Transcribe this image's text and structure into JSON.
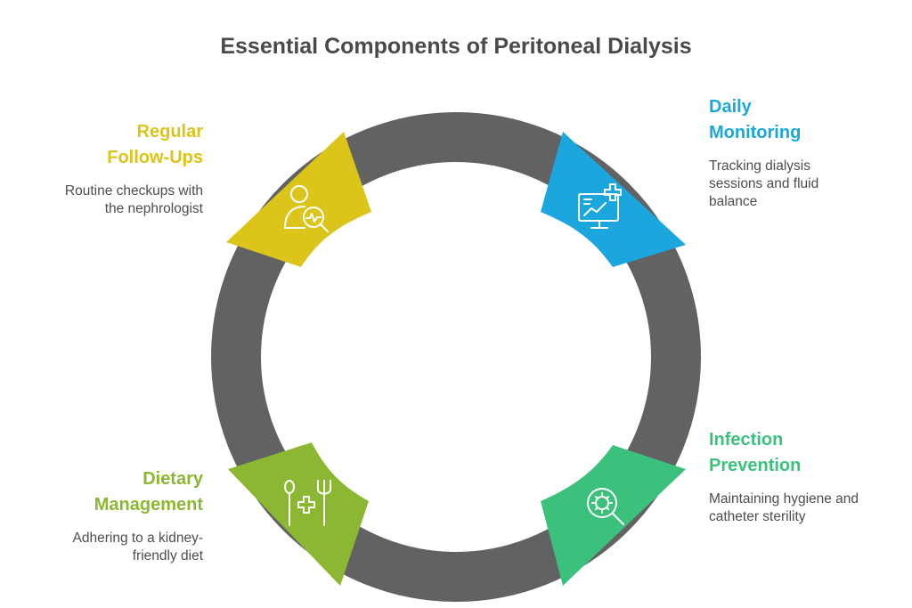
{
  "title": "Essential Components of Peritoneal Dialysis",
  "colors": {
    "ring": "#626262",
    "monitoring": "#1ba7dd",
    "followups": "#dcc51a",
    "dietary": "#8cb733",
    "infection": "#3cc17d"
  },
  "items": {
    "monitoring": {
      "heading": "Daily\nMonitoring",
      "description": "Tracking dialysis sessions and fluid balance",
      "icon": "monitor-chart-plus-icon"
    },
    "followups": {
      "heading": "Regular\nFollow-Ups",
      "description": "Routine checkups with the nephrologist",
      "icon": "patient-checkup-icon"
    },
    "dietary": {
      "heading": "Dietary\nManagement",
      "description": "Adhering to a kidney-friendly diet",
      "icon": "utensils-plus-icon"
    },
    "infection": {
      "heading": "Infection\nPrevention",
      "description": "Maintaining hygiene and catheter sterility",
      "icon": "virus-magnifier-icon"
    }
  }
}
